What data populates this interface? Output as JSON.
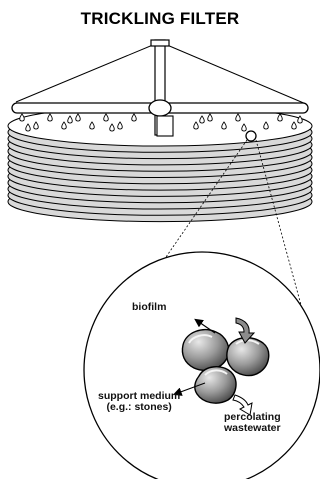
{
  "title": "TRICKLING FILTER",
  "labels": {
    "biofilm": "biofilm",
    "support_medium_line1": "support medium",
    "support_medium_line2": "(e.g.: stones)",
    "percolating_line1": "percolating",
    "percolating_line2": "wastewater"
  },
  "colors": {
    "line": "#000000",
    "bed_fill": "#d9d9d9",
    "stone_light": "#d8d8d8",
    "stone_dark": "#5c5c5c",
    "arm_fill": "#ffffff"
  },
  "icons": {
    "droplet": "droplet-icon",
    "flow_arrow": "arrow-icon"
  }
}
